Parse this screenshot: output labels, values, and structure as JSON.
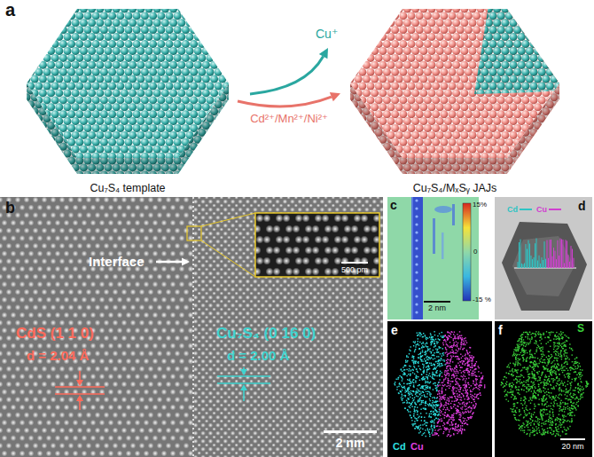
{
  "diagram": {
    "nodes": [
      {
        "text": [
          "Cu₇S₄ template"
        ]
      },
      {
        "text": [
          "Cu₇S₄/MₓSᵧ JAJs"
        ]
      }
    ],
    "edges": [
      {
        "from": 0,
        "to": 1,
        "arrow": "to",
        "label": "Cd²⁺/Mn²⁺/Ni²⁺"
      }
    ],
    "labels": [
      "a",
      "Cu⁺",
      "b",
      "Interface",
      "500 pm",
      "CdS (1 1 0)",
      "d = 2.04 Å",
      "Cu₇S₄ (0 16 0)",
      "d = 2.00 Å",
      "2 nm",
      "c",
      "15%",
      "0",
      "-15 %",
      "2 nm",
      "d",
      "e",
      "Cd",
      "Cu",
      "f",
      "S",
      "20 nm"
    ],
    "legend": [
      {
        "text": "Cd",
        "color": "#2ec4c4"
      },
      {
        "text": "Cu",
        "color": "#d040d0"
      }
    ]
  }
}
